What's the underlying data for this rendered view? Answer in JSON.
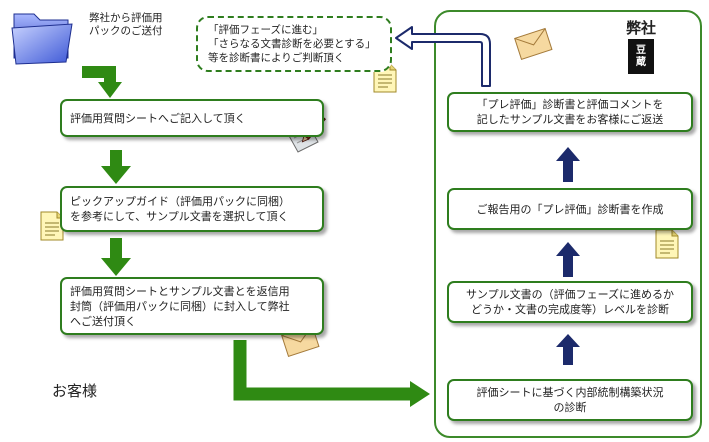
{
  "customer_notes": {
    "top_note": "弊社から評価用\nパックのご送付",
    "customer_label": "お客様"
  },
  "left_steps": [
    "評価用質問シートへご記入して頂く",
    "ピックアップガイド（評価用パックに同梱）\nを参考にして、サンプル文書を選択して頂く",
    "評価用質問シートとサンプル文書とを返信用\n封筒（評価用パックに同梱）に封入して弊社\nへご送付頂く"
  ],
  "decision_box": {
    "lines": [
      "「評価フェーズに進む」",
      "「さらなる文書診断を必要とする」",
      "等を診断書によりご判断頂く"
    ]
  },
  "company": {
    "title": "弊社",
    "logo_text": [
      "豆",
      "蔵"
    ]
  },
  "right_steps": [
    "「プレ評価」診断書と評価コメントを\n記したサンプル文書をお客様にご返送",
    "ご報告用の「プレ評価」診断書を作成",
    "サンプル文書の（評価フェーズに進めるか\nどうか・文書の完成度等）レベルを診断",
    "評価シートに基づく内部統制構築状況\nの診断"
  ],
  "colors": {
    "green_arrow": "#2f8a13",
    "green_border": "#2e7d1e",
    "navy_arrow": "#1c2a6b",
    "outline_arrow": "#1c2a6b"
  },
  "icons": [
    "folder-icon",
    "envelope-icon",
    "document-icon",
    "pen-icon"
  ]
}
